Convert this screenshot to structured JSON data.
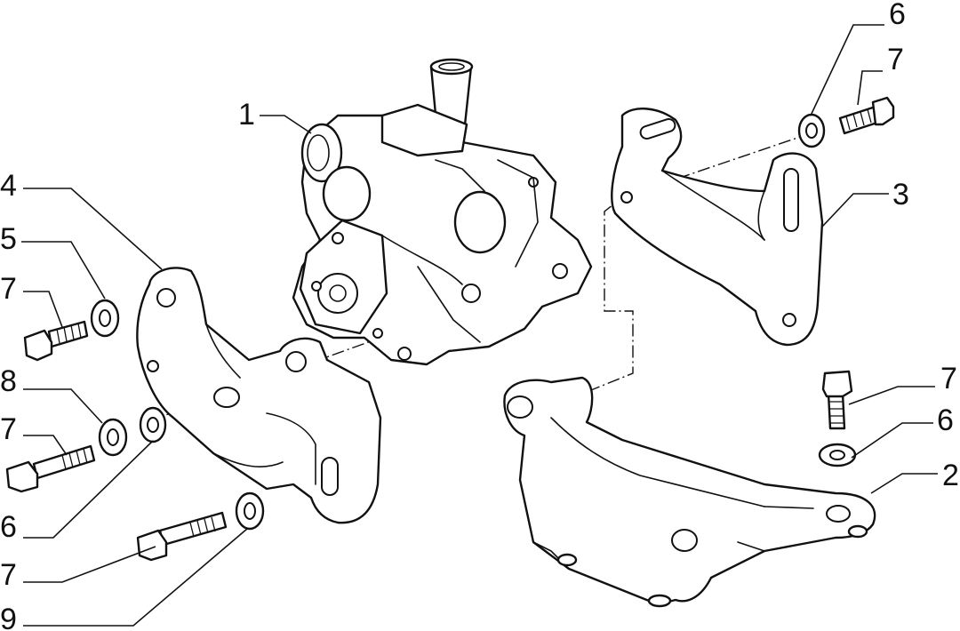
{
  "callouts": [
    {
      "id": "c1",
      "number": "1"
    },
    {
      "id": "c2",
      "number": "2"
    },
    {
      "id": "c3",
      "number": "3"
    },
    {
      "id": "c4",
      "number": "4"
    },
    {
      "id": "c5",
      "number": "5"
    },
    {
      "id": "c6a",
      "number": "6"
    },
    {
      "id": "c6b",
      "number": "6"
    },
    {
      "id": "c6c",
      "number": "6"
    },
    {
      "id": "c7a",
      "number": "7"
    },
    {
      "id": "c7b",
      "number": "7"
    },
    {
      "id": "c7c",
      "number": "7"
    },
    {
      "id": "c7d",
      "number": "7"
    },
    {
      "id": "c7e",
      "number": "7"
    },
    {
      "id": "c8",
      "number": "8"
    },
    {
      "id": "c9",
      "number": "9"
    }
  ]
}
